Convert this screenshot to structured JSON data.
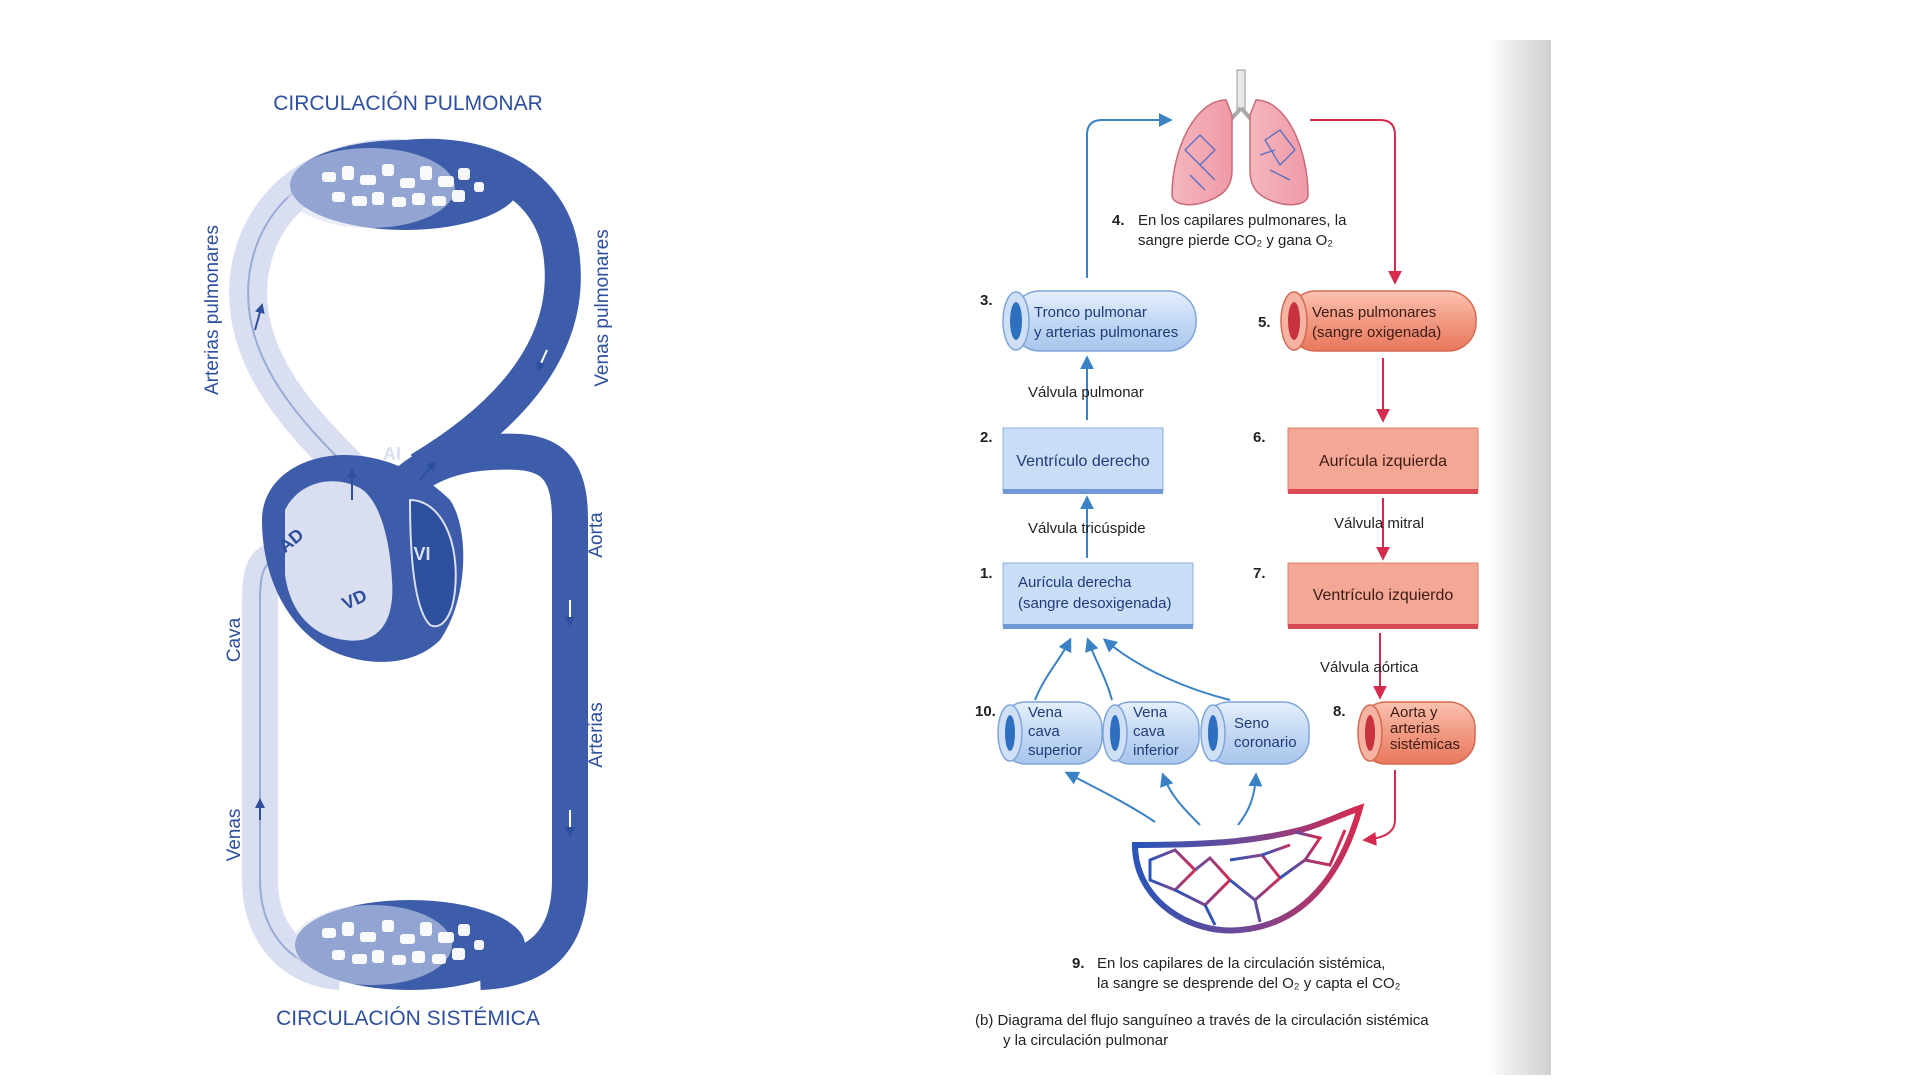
{
  "colors": {
    "deoxy_light": "#d9dff1",
    "oxy_dark": "#3d5daa",
    "diagram_blue": "#2d4f9e",
    "box_blue_fill": "#c9ddf6",
    "box_blue_text": "#1f3b78",
    "box_red_fill": "#f5a795",
    "arrow_blue": "#3b82c4",
    "arrow_red": "#d52b4f",
    "text_dark": "#222222"
  },
  "left_diagram": {
    "title_top": "CIRCULACIÓN PULMONAR",
    "title_bottom": "CIRCULACIÓN SISTÉMICA",
    "labels": {
      "arterias_pulmonares": "Arterias pulmonares",
      "venas_pulmonares": "Venas pulmonares",
      "cava": "Cava",
      "venas": "Venas",
      "aorta": "Aorta",
      "arterias": "Arterias",
      "ai": "AI",
      "ad": "AD",
      "vi": "VI",
      "vd": "VD"
    }
  },
  "right_diagram": {
    "step4": {
      "num": "4.",
      "line1": "En los capilares pulmonares, la",
      "line2": "sangre pierde CO₂ y gana O₂"
    },
    "step3": {
      "num": "3.",
      "line1": "Tronco pulmonar",
      "line2": "y arterias pulmonares"
    },
    "step5": {
      "num": "5.",
      "line1": "Venas pulmonares",
      "line2": "(sangre oxigenada)"
    },
    "valve_pulmonar": "Válvula pulmonar",
    "step2": {
      "num": "2.",
      "label": "Ventrículo derecho"
    },
    "step6": {
      "num": "6.",
      "label": "Aurícula izquierda"
    },
    "valve_tricuspide": "Válvula tricúspide",
    "valve_mitral": "Válvula mitral",
    "step1": {
      "num": "1.",
      "line1": "Aurícula derecha",
      "line2": "(sangre desoxigenada)"
    },
    "step7": {
      "num": "7.",
      "label": "Ventrículo izquierdo"
    },
    "valve_aortica": "Válvula aórtica",
    "step10": {
      "num": "10."
    },
    "vena_cava_superior": {
      "line1": "Vena",
      "line2": "cava",
      "line3": "superior"
    },
    "vena_cava_inferior": {
      "line1": "Vena",
      "line2": "cava",
      "line3": "inferior"
    },
    "seno_coronario": {
      "line1": "Seno",
      "line2": "coronario"
    },
    "step8": {
      "num": "8.",
      "line1": "Aorta y",
      "line2": "arterias",
      "line3": "sistémicas"
    },
    "step9": {
      "num": "9.",
      "line1": "En los capilares de la circulación sistémica,",
      "line2": "la sangre se desprende del O₂ y capta el CO₂"
    },
    "caption": {
      "line1": "(b) Diagrama del flujo sanguíneo a través de la circulación sistémica",
      "line2": "y la circulación pulmonar"
    }
  }
}
